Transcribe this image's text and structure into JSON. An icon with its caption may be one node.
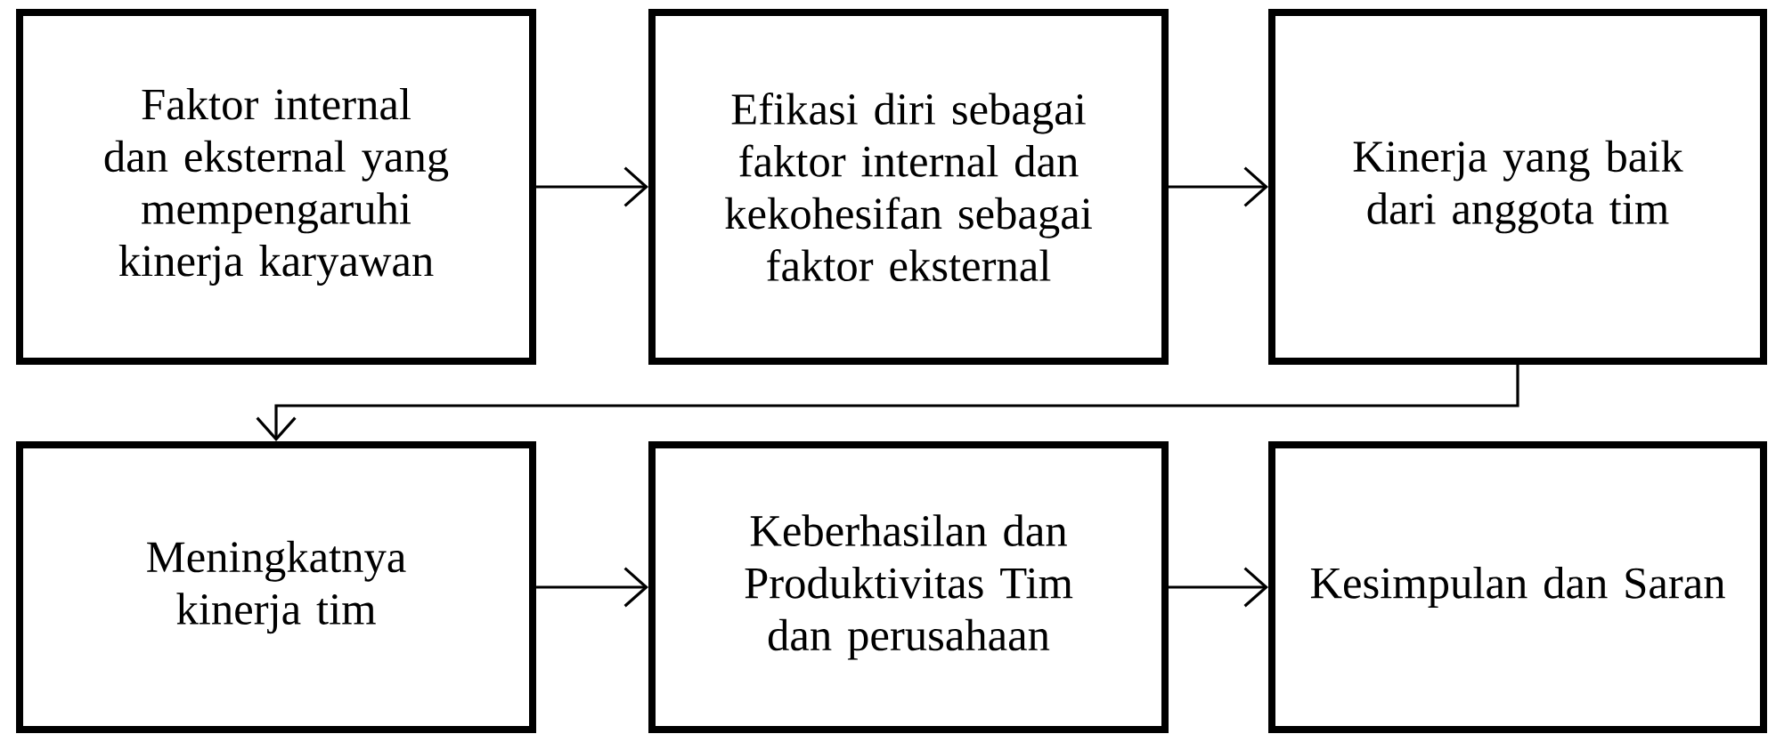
{
  "diagram": {
    "nodes": [
      {
        "text": [
          "Faktor internal dan eksternal yang mempengaruhi kinerja karyawan"
        ]
      },
      {
        "text": [
          "Efikasi diri sebagai faktor internal dan kekohesifan sebagai faktor eksternal"
        ]
      },
      {
        "text": [
          "Kinerja yang baik dari anggota tim"
        ]
      },
      {
        "text": [
          "Meningkatnya kinerja tim"
        ]
      },
      {
        "text": [
          "Keberhasilan dan Produktivitas Tim dan perusahaan"
        ]
      },
      {
        "text": [
          "Kesimpulan dan Saran"
        ]
      }
    ],
    "edges": [
      {
        "from": 0,
        "to": 1,
        "arrow": "to"
      },
      {
        "from": 1,
        "to": 2,
        "arrow": "to"
      },
      {
        "from": 2,
        "to": 3,
        "arrow": "to"
      },
      {
        "from": 3,
        "to": 4,
        "arrow": "to"
      },
      {
        "from": 4,
        "to": 5,
        "arrow": "to"
      }
    ]
  }
}
